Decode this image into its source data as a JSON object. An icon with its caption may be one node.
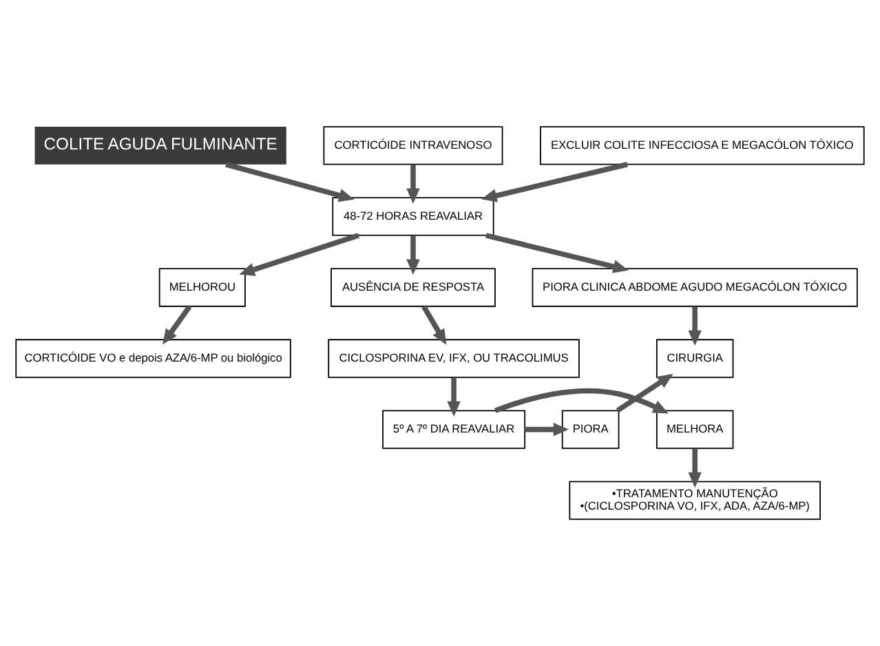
{
  "diagram": {
    "nodes": [
      {
        "text": [
          "COLITE AGUDA FULMINANTE"
        ]
      },
      {
        "text": [
          "CORTICÓIDE INTRAVENOSO"
        ]
      },
      {
        "text": [
          "EXCLUIR COLITE INFECCIOSA E MEGACÓLON TÓXICO"
        ]
      },
      {
        "text": [
          "48-72 HORAS REAVALIAR"
        ]
      },
      {
        "text": [
          "MELHOROU"
        ]
      },
      {
        "text": [
          "AUSÊNCIA DE RESPOSTA"
        ]
      },
      {
        "text": [
          "PIORA CLINICA ABDOME AGUDO MEGACÓLON TÓXICO"
        ]
      },
      {
        "text": [
          "CORTICÓIDE VO e depois AZA/6-MP ou biológico"
        ]
      },
      {
        "text": [
          "CICLOSPORINA EV, IFX, OU TRACOLIMUS"
        ]
      },
      {
        "text": [
          "CIRURGIA"
        ]
      },
      {
        "text": [
          "5º A 7º DIA REAVALIAR"
        ]
      },
      {
        "text": [
          "MELHORA"
        ]
      },
      {
        "text": [
          "PIORA"
        ]
      },
      {
        "text": [
          "•TRATAMENTO MANUTENÇÃO",
          "•(CICLOSPORINA VO, IFX, ADA, AZA/6-MP)"
        ]
      }
    ],
    "edges": [
      {
        "from": 0,
        "to": 3,
        "arrow": "to"
      },
      {
        "from": 1,
        "to": 3,
        "arrow": "to"
      },
      {
        "from": 2,
        "to": 3,
        "arrow": "to"
      },
      {
        "from": 3,
        "to": 4,
        "arrow": "to"
      },
      {
        "from": 3,
        "to": 5,
        "arrow": "to"
      },
      {
        "from": 3,
        "to": 6,
        "arrow": "to"
      },
      {
        "from": 4,
        "to": 7,
        "arrow": "to"
      },
      {
        "from": 5,
        "to": 8,
        "arrow": "to"
      },
      {
        "from": 6,
        "to": 9,
        "arrow": "to"
      },
      {
        "from": 8,
        "to": 10,
        "arrow": "to"
      },
      {
        "from": 10,
        "to": 11,
        "arrow": "to"
      },
      {
        "from": 10,
        "to": 12,
        "arrow": "to"
      },
      {
        "from": 12,
        "to": 9,
        "arrow": "to"
      },
      {
        "from": 11,
        "to": 13,
        "arrow": "to"
      }
    ]
  }
}
